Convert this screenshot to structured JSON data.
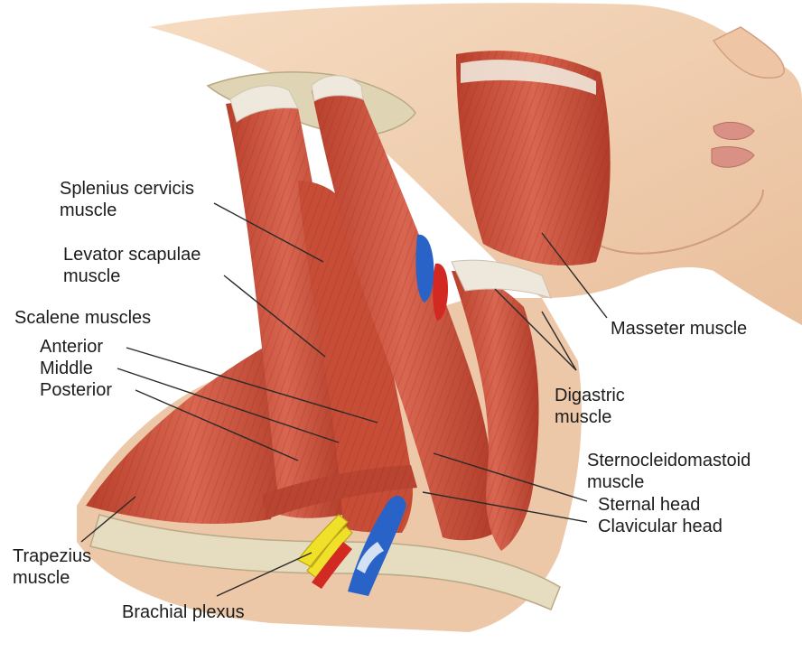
{
  "labels": {
    "splenius_cervicis": [
      "Splenius cervicis",
      "muscle"
    ],
    "levator_scapulae": [
      "Levator scapulae",
      "muscle"
    ],
    "scalene_muscles": "Scalene muscles",
    "scalene_anterior": "Anterior",
    "scalene_middle": "Middle",
    "scalene_posterior": "Posterior",
    "trapezius": [
      "Trapezius",
      "muscle"
    ],
    "brachial_plexus": "Brachial plexus",
    "masseter": "Masseter muscle",
    "digastric": [
      "Digastric",
      "muscle"
    ],
    "sternocleidomastoid": [
      "Sternocleidomastoid",
      "muscle"
    ],
    "sternal_head": "Sternal head",
    "clavicular_head": "Clavicular head"
  },
  "colors": {
    "skin": "#f2d3b5",
    "skin_shadow": "#e2b592",
    "muscle": "#c9523c",
    "muscle_dark": "#a83a28",
    "tendon": "#ece6dc",
    "bone": "#d9cfb2",
    "vein": "#2a63c7",
    "artery": "#d22a22",
    "nerve": "#f0e02a",
    "leader_line": "#2a2a2a"
  }
}
